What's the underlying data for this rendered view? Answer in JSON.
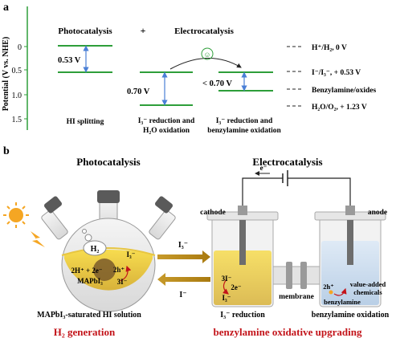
{
  "panel_a": {
    "label": "a",
    "yaxis_title": "Potential (V vs. NHE)",
    "ticks": [
      "0",
      "0.5",
      "1.0",
      "1.5"
    ],
    "photocatalysis_title": "Photocatalysis",
    "plus": "+",
    "electrocatalysis_title": "Electrocatalysis",
    "gap_photo": "0.53 V",
    "gap_electro_1": "0.70 V",
    "gap_electro_2": "< 0.70 V",
    "smiley": "☺",
    "caption_1": "HI splitting",
    "caption_2_line1": "I₃⁻ reduction and",
    "caption_2_line2": "H₂O oxidation",
    "caption_3_line1": "I₃⁻ reduction and",
    "caption_3_line2": "benzylamine oxidation",
    "legend": [
      "H⁺/H₂, 0 V",
      "I⁻/I₃⁻, + 0.53 V",
      "Benzylamine/oxides",
      "H₂O/O₂, + 1.23 V"
    ]
  },
  "panel_b": {
    "label": "b",
    "photocatalysis_title": "Photocatalysis",
    "electrocatalysis_title": "Electrocatalysis",
    "flask_h2": "H₂",
    "flask_reaction": "2H⁺ + 2e⁻",
    "flask_i3": "I₃⁻",
    "flask_2h": "2h⁺",
    "flask_3i": "3I⁻",
    "flask_mapbi3": "MAPbI₃",
    "arrow_top": "I₃⁻",
    "arrow_bottom": "I⁻",
    "electron": "e⁻",
    "cathode": "cathode",
    "anode": "anode",
    "membrane": "membrane",
    "cathode_3i": "3I⁻",
    "cathode_2e": "2e⁻",
    "cathode_i3": "I₃⁻",
    "anode_2h": "2h⁺",
    "anode_value1": "value-added",
    "anode_value2": "chemicals",
    "anode_benzylamine": "benzylamine",
    "caption_flask": "MAPbI₃-saturated HI solution",
    "caption_cathode": "I₃⁻ reduction",
    "caption_anode": "benzylamine oxidation",
    "bottom_left": "H₂ generation",
    "bottom_right": "benzylamine oxidative upgrading"
  },
  "colors": {
    "green": "#2e9e3a",
    "blue_arrow": "#4a7fd6",
    "red": "#c3141a",
    "gold": "#b08a1e",
    "yellow": "#f2d75a"
  }
}
